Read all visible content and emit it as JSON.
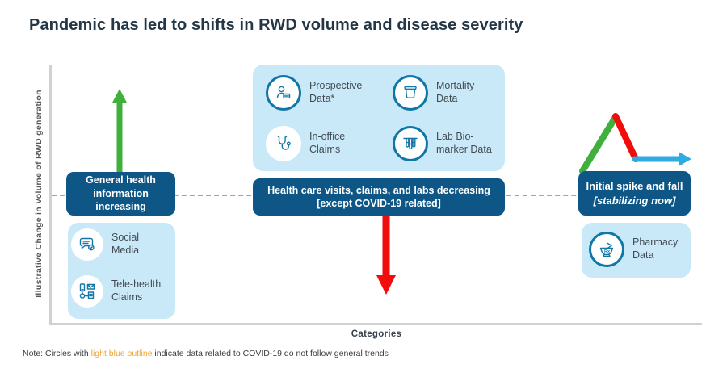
{
  "title": "Pandemic has led to shifts in RWD volume and disease severity",
  "axes": {
    "y_label": "Illustrative Change in Volume of RWD generation",
    "x_label": "Categories"
  },
  "baseline": {
    "style": "dashed",
    "color": "#a2a5a8"
  },
  "columns": {
    "left": {
      "trend_direction": "up",
      "trend_arrow_color": "#3fb03c",
      "trend_label": "General health information increasing",
      "items": [
        {
          "label": "Social Media",
          "icon": "speech-bubble-icon",
          "covid_outline": false
        },
        {
          "label": "Tele-health Claims",
          "icon": "telehealth-icon",
          "covid_outline": false
        }
      ]
    },
    "middle": {
      "trend_direction": "down",
      "trend_arrow_color": "#f20d0d",
      "trend_label_line1": "Health care visits, claims, and labs decreasing",
      "trend_label_line2": "[except COVID-19 related]",
      "items": [
        {
          "label": "Prospective Data*",
          "icon": "person-card-icon",
          "covid_outline": true
        },
        {
          "label": "Mortality Data",
          "icon": "casket-icon",
          "covid_outline": true
        },
        {
          "label": "In-office Claims",
          "icon": "stethoscope-icon",
          "covid_outline": false
        },
        {
          "label": "Lab Bio-marker Data",
          "icon": "test-tubes-icon",
          "covid_outline": true
        }
      ]
    },
    "right": {
      "trend_direction": "spike-fall-stabilize",
      "trend_arrow_colors": [
        "#3fb03c",
        "#f20d0d",
        "#2fabe1"
      ],
      "trend_label_line1": "Initial spike and fall",
      "trend_label_line2": "[stabilizing now]",
      "items": [
        {
          "label": "Pharmacy Data",
          "icon": "pharmacy-icon",
          "covid_outline": true
        }
      ]
    }
  },
  "note": {
    "prefix": "Note: Circles with ",
    "highlight": "light blue outline",
    "suffix": " indicate data related to COVID-19 do not follow general trends"
  },
  "colors": {
    "dark_blue_box": "#0d5685",
    "light_blue_panel": "#c9e9f9",
    "circle_outline": "#0f76a8",
    "icon_stroke": "#1577a7",
    "green_arrow": "#3fb03c",
    "red_arrow": "#f20d0d",
    "sky_blue_arrow": "#2fabe1",
    "note_highlight": "#eda63a",
    "title_text": "#243746"
  }
}
